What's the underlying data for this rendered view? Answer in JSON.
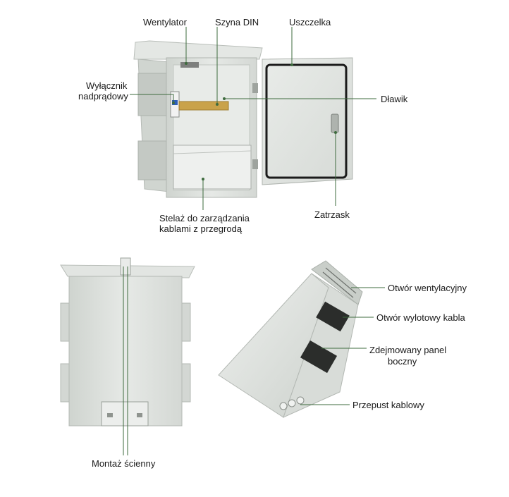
{
  "labels": {
    "fan": "Wentylator",
    "din_rail": "Szyna DIN",
    "gasket": "Uszczelka",
    "breaker_1": "Wyłącznik",
    "breaker_2": "nadprądowy",
    "gland": "Dławik",
    "latch": "Zatrzask",
    "cable_rack_1": "Stelaż do zarządzania",
    "cable_rack_2": "kablami z przegrodą",
    "vent_hole": "Otwór wentylacyjny",
    "cable_outlet": "Otwór wylotowy kabla",
    "side_panel_1": "Zdejmowany panel",
    "side_panel_2": "boczny",
    "cable_entry": "Przepust kablowy",
    "wall_mount": "Montaż ścienny"
  },
  "colors": {
    "leader_line": "#3e6b3e",
    "enclosure_body": "#dfe3df",
    "enclosure_shade": "#c8cdc8",
    "gasket": "#1b1b1b",
    "din_rail": "#c9a24a"
  }
}
